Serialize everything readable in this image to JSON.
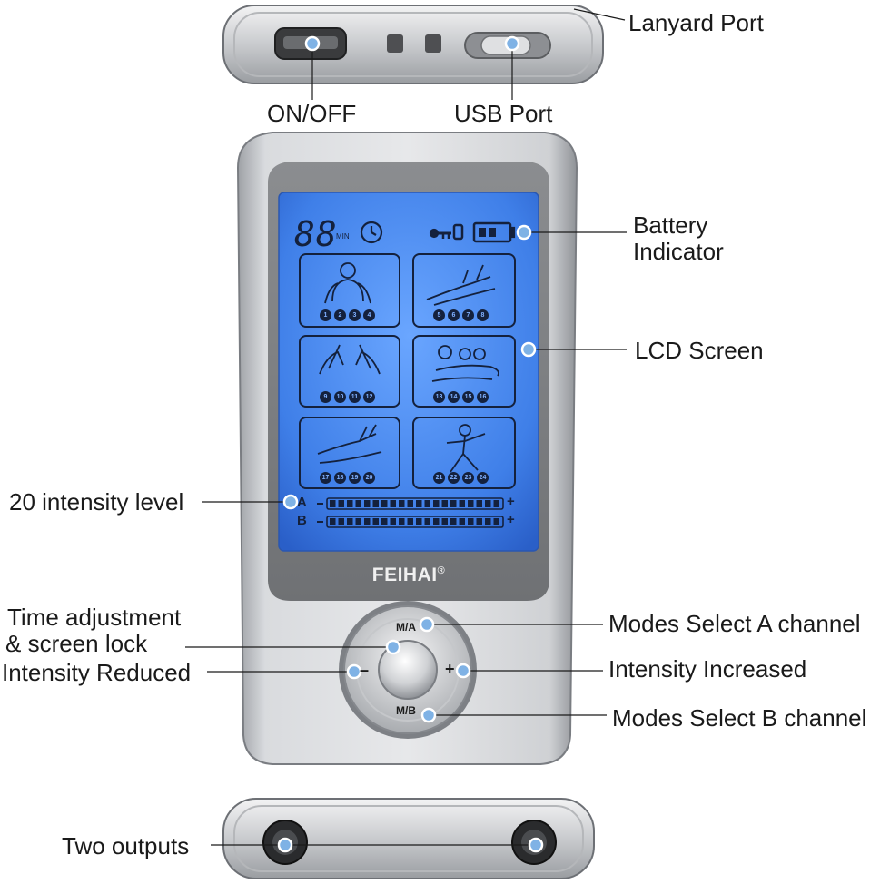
{
  "brand": "FEIHAI",
  "brand_mark": "®",
  "lcd": {
    "timer_digits": "88",
    "timer_unit": "MIN",
    "channel_a": "A",
    "channel_b": "B",
    "minus": "–",
    "plus": "+",
    "mode_numbers": [
      [
        "1",
        "2",
        "3",
        "4"
      ],
      [
        "5",
        "6",
        "7",
        "8"
      ],
      [
        "9",
        "10",
        "11",
        "12"
      ],
      [
        "13",
        "14",
        "15",
        "16"
      ],
      [
        "17",
        "18",
        "19",
        "20"
      ],
      [
        "21",
        "22",
        "23",
        "24"
      ]
    ]
  },
  "keypad": {
    "ma_label": "M/A",
    "mb_label": "M/B",
    "minus_label": "–",
    "plus_label": "+"
  },
  "callouts": {
    "lanyard_port": "Lanyard  Port",
    "on_off": "ON/OFF",
    "usb_port": "USB Port",
    "battery_line1": "Battery",
    "battery_line2": "Indicator",
    "lcd_screen": "LCD Screen",
    "intensity_level": "20 intensity  level",
    "time_adj_line1": "Time  adjustment",
    "time_adj_line2": "& screen  lock",
    "intensity_reduced": "Intensity  Reduced",
    "modes_a": "Modes  Select A channel",
    "intensity_increased": "Intensity  Increased",
    "modes_b": "Modes  Select B channel",
    "two_outputs": "Two outputs"
  },
  "colors": {
    "lcd_blue": "#3a7be8",
    "dot_blue": "#7fb2e5",
    "silver": "#c7c9cc"
  }
}
